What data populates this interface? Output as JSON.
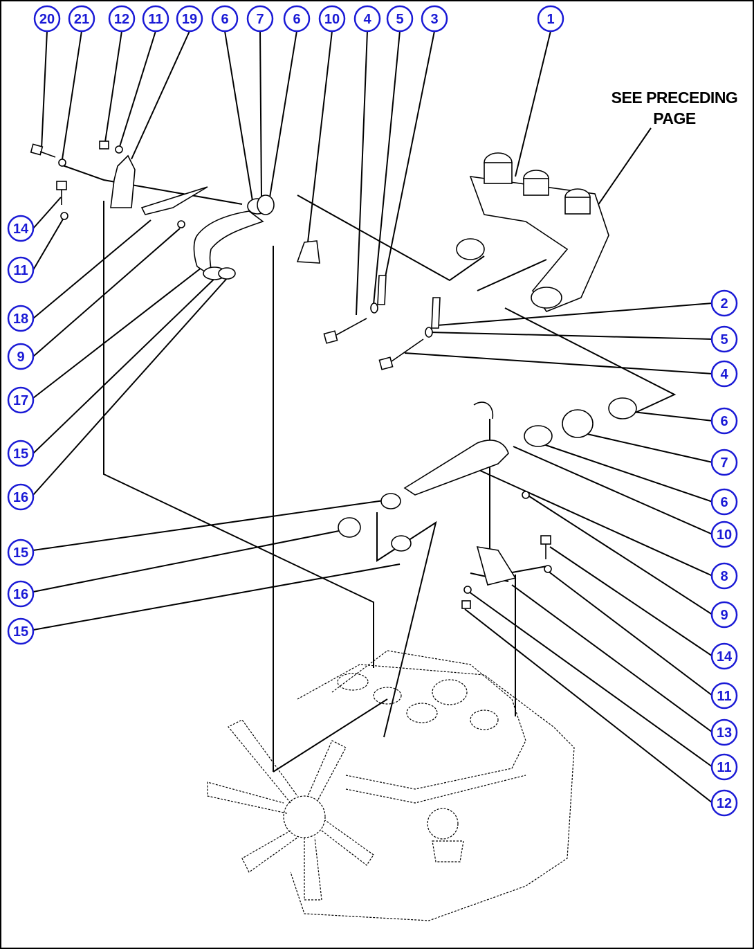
{
  "note": {
    "line1": "SEE PRECEDING",
    "line2": "PAGE"
  },
  "colors": {
    "bubble_fill": "#ffffff",
    "bubble_stroke": "#1a1ad6",
    "bubble_text": "#1a1ad6",
    "line": "#000000"
  },
  "callouts": [
    {
      "id": "c-20-top",
      "label": "20"
    },
    {
      "id": "c-21-top",
      "label": "21"
    },
    {
      "id": "c-12-top",
      "label": "12"
    },
    {
      "id": "c-11-top",
      "label": "11"
    },
    {
      "id": "c-19-top",
      "label": "19"
    },
    {
      "id": "c-6-top-a",
      "label": "6"
    },
    {
      "id": "c-7-top",
      "label": "7"
    },
    {
      "id": "c-6-top-b",
      "label": "6"
    },
    {
      "id": "c-10-top",
      "label": "10"
    },
    {
      "id": "c-4-top",
      "label": "4"
    },
    {
      "id": "c-5-top",
      "label": "5"
    },
    {
      "id": "c-3-top",
      "label": "3"
    },
    {
      "id": "c-1-top",
      "label": "1"
    },
    {
      "id": "c-14-left",
      "label": "14"
    },
    {
      "id": "c-11-left",
      "label": "11"
    },
    {
      "id": "c-18-left",
      "label": "18"
    },
    {
      "id": "c-9-left",
      "label": "9"
    },
    {
      "id": "c-17-left",
      "label": "17"
    },
    {
      "id": "c-15-left-a",
      "label": "15"
    },
    {
      "id": "c-16-left-a",
      "label": "16"
    },
    {
      "id": "c-15-left-b",
      "label": "15"
    },
    {
      "id": "c-16-left-b",
      "label": "16"
    },
    {
      "id": "c-15-left-c",
      "label": "15"
    },
    {
      "id": "c-2-right",
      "label": "2"
    },
    {
      "id": "c-5-right",
      "label": "5"
    },
    {
      "id": "c-4-right",
      "label": "4"
    },
    {
      "id": "c-6-right-a",
      "label": "6"
    },
    {
      "id": "c-7-right",
      "label": "7"
    },
    {
      "id": "c-6-right-b",
      "label": "6"
    },
    {
      "id": "c-10-right",
      "label": "10"
    },
    {
      "id": "c-8-right",
      "label": "8"
    },
    {
      "id": "c-9-right",
      "label": "9"
    },
    {
      "id": "c-14-right",
      "label": "14"
    },
    {
      "id": "c-11-right-a",
      "label": "11"
    },
    {
      "id": "c-13-right",
      "label": "13"
    },
    {
      "id": "c-11-right-b",
      "label": "11"
    },
    {
      "id": "c-12-right",
      "label": "12"
    }
  ]
}
